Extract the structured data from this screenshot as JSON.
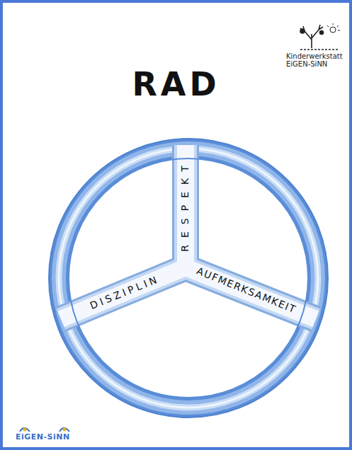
{
  "diagram": {
    "title": "RAD",
    "nodes": [
      {
        "text": [
          "RESPEKT"
        ]
      },
      {
        "text": [
          "DISZIPLIN"
        ]
      },
      {
        "text": [
          "AUFMERKSAMKEIT"
        ]
      }
    ],
    "labels": [
      "Kinderwerkstatt EiGEN-SiNN",
      "EiGEN-SiNN"
    ]
  }
}
